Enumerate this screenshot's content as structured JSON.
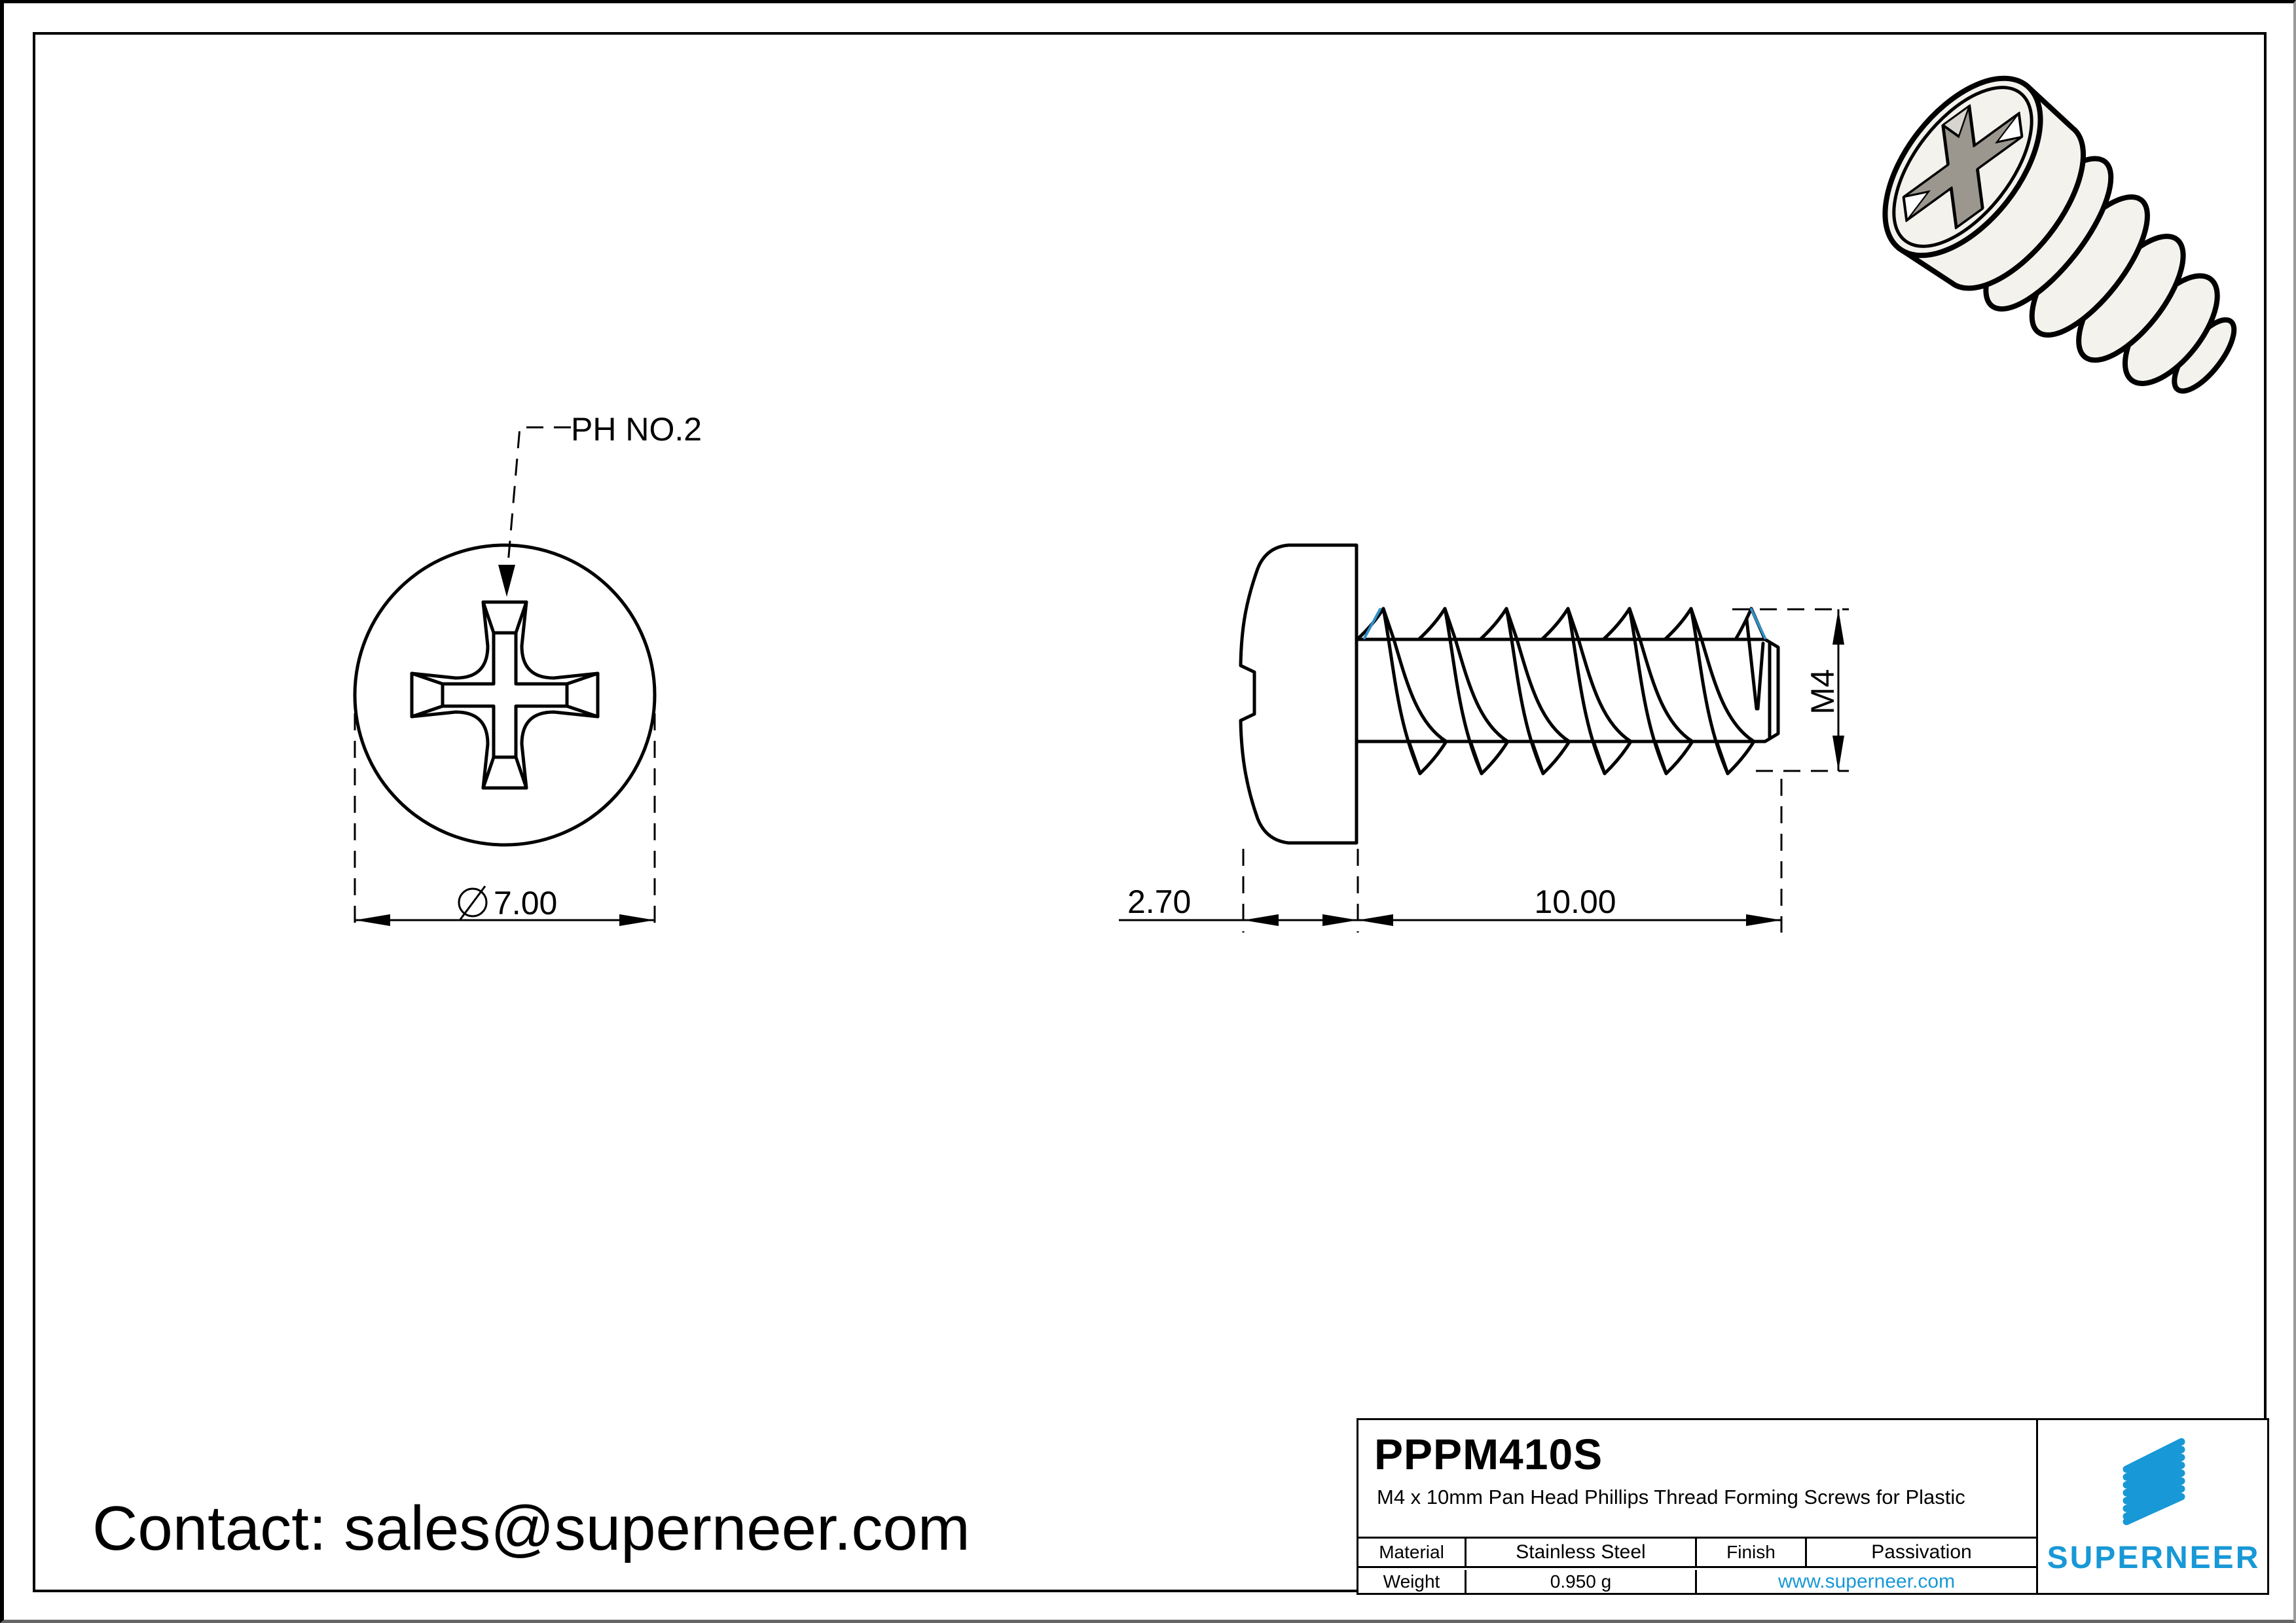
{
  "page": {
    "contact": "Contact: sales@superneer.com"
  },
  "annotations": {
    "drive_label": "PH NO.2",
    "head_diameter": "7.00",
    "head_height": "2.70",
    "thread_length": "10.00",
    "thread_size": "M4"
  },
  "title_block": {
    "part_number": "PPPM410S",
    "description": "M4 x 10mm Pan Head Phillips Thread Forming Screws for Plastic",
    "material_label": "Material",
    "material_value": "Stainless Steel",
    "finish_label": "Finish",
    "finish_value": "Passivation",
    "weight_label": "Weight",
    "weight_value": "0.950 g",
    "website": "www.superneer.com",
    "brand": "SUPERNEER"
  },
  "colors": {
    "accent_blue": "#1898d6",
    "thread_highlight": "#3090c7"
  }
}
